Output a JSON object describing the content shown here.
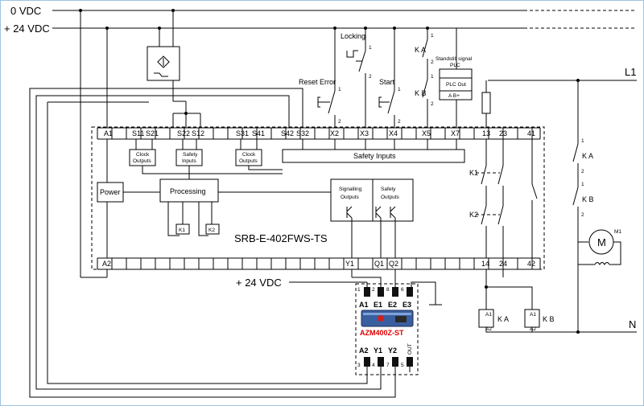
{
  "rails": {
    "zero": "0 VDC",
    "plus24": "+ 24 VDC",
    "plus24_bottom": "+ 24 VDC",
    "L1": "L1",
    "N": "N"
  },
  "controls": {
    "reset": "Reset Error",
    "locking": "Locking",
    "start": "Start",
    "standstill_1": "Standstill signal",
    "standstill_2": "PLC",
    "plc_out": "PLC Out",
    "plc_pins": "A B+"
  },
  "module": {
    "name": "SRB-E-402FWS-TS",
    "top_terminals": [
      "A1",
      "S11",
      "S21",
      "S22",
      "S12",
      "S31",
      "S41",
      "S42",
      "S32",
      "X2",
      "X3",
      "X4",
      "X5",
      "X7",
      "13",
      "23",
      "41"
    ],
    "bottom_terminals": [
      "A2",
      "Y1",
      "Q1",
      "Q2",
      "14",
      "24",
      "42"
    ],
    "clock_outputs_1": [
      "Clock",
      "Outputs"
    ],
    "safety_inputs_small": [
      "Safety",
      "Inputs"
    ],
    "clock_outputs_2": [
      "Clock",
      "Outputs"
    ],
    "safety_inputs_bar": "Safety Inputs",
    "power": "Power",
    "processing": "Processing",
    "k1": "K1",
    "k2": "K2",
    "signalling_outputs": [
      "Signalling",
      "Outputs"
    ],
    "safety_outputs": [
      "Safety",
      "Outputs"
    ],
    "contact_k1": "K1",
    "contact_k2": "K2"
  },
  "lock": {
    "label": "AZM400Z-ST",
    "top_labels": [
      "A1",
      "E1",
      "E2",
      "E3"
    ],
    "top_pins": [
      "1",
      "2",
      "8",
      "6"
    ],
    "bottom_labels": [
      "A2",
      "Y1",
      "Y2"
    ],
    "bottom_pins": [
      "3",
      "4",
      "7",
      "5"
    ],
    "out": "OUT"
  },
  "relays": {
    "ka": "K A",
    "kb": "K B",
    "ka_right": "K A",
    "kb_right": "K B",
    "motor": "M1"
  },
  "pins": {
    "p1": "1",
    "p2": "2",
    "a1": "A1",
    "a2": "A2",
    "m": "M"
  }
}
